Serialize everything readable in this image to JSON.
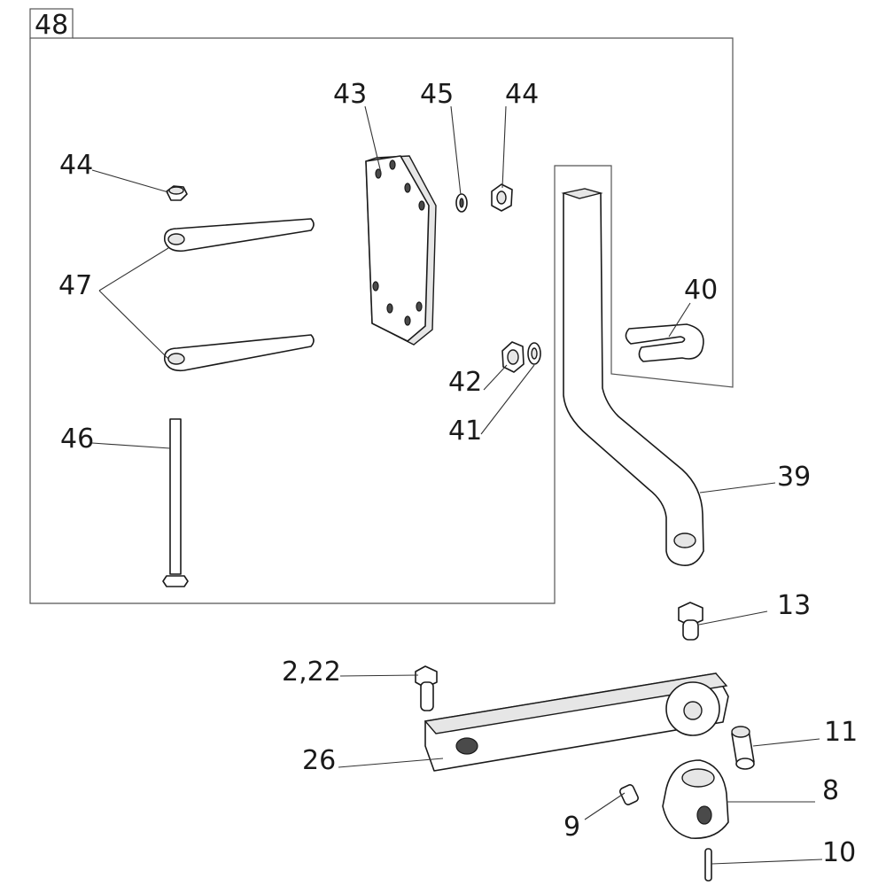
{
  "group_label": "48",
  "callouts": {
    "c44a": "44",
    "c47": "47",
    "c46": "46",
    "c43": "43",
    "c45": "45",
    "c44b": "44",
    "c42": "42",
    "c41": "41",
    "c40": "40",
    "c39": "39",
    "c13": "13",
    "c2_22": "2,22",
    "c26": "26",
    "c11": "11",
    "c8": "8",
    "c9": "9",
    "c10": "10"
  }
}
